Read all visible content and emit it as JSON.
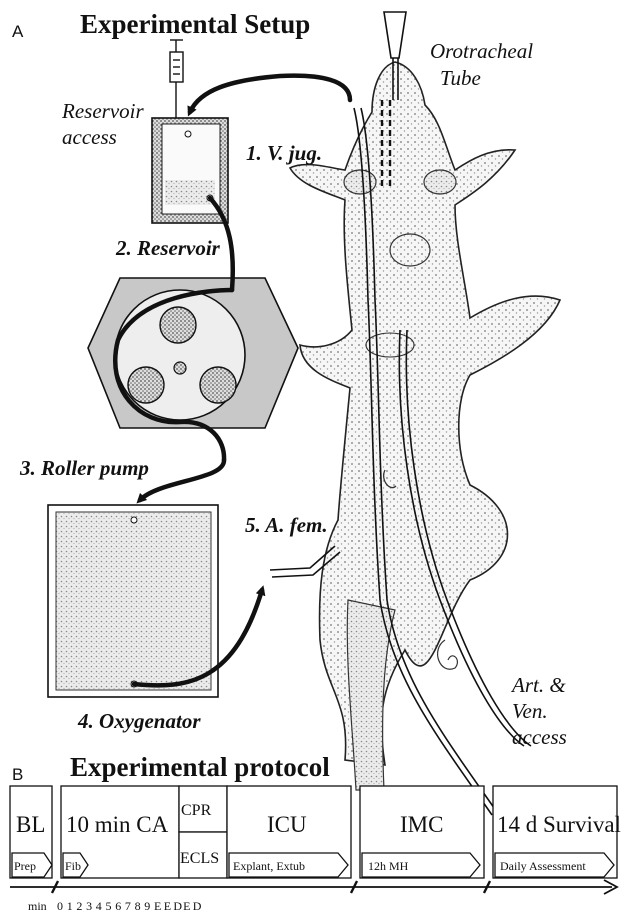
{
  "panel_a": {
    "letter": "A",
    "title": "Experimental Setup",
    "labels": {
      "orotracheal_1": "Orotracheal",
      "orotracheal_2": "Tube",
      "reservoir_access_1": "Reservoir",
      "reservoir_access_2": "access",
      "v_jug": "1. V. jug.",
      "reservoir": "2. Reservoir",
      "roller_pump": "3. Roller pump",
      "oxygenator": "4. Oxygenator",
      "a_fem": "5. A. fem.",
      "art_1": "Art. &",
      "art_2": "Ven.",
      "art_3": "access"
    }
  },
  "panel_b": {
    "letter": "B",
    "title": "Experimental protocol",
    "boxes": {
      "bl": "BL",
      "prep": "Prep",
      "ca": "10 min CA",
      "fib": "Fib",
      "cpr": "CPR",
      "ecls": "ECLS",
      "icu": "ICU",
      "explant": "Explant, Extub",
      "imc": "IMC",
      "mh": "12h MH",
      "survival": "14 d Survival",
      "daily": "Daily Assessment"
    },
    "timeline": {
      "unit": "min",
      "ticks": [
        "0",
        "1",
        "2",
        "3",
        "4",
        "5",
        "6",
        "7",
        "8",
        "9",
        "E",
        "E",
        "D",
        "E",
        "D"
      ]
    }
  },
  "colors": {
    "line": "#111111",
    "pump_plate": "#c8c8c8",
    "pump_disc": "#eeeeee",
    "oxygenator_fill": "#e6e6e6"
  }
}
